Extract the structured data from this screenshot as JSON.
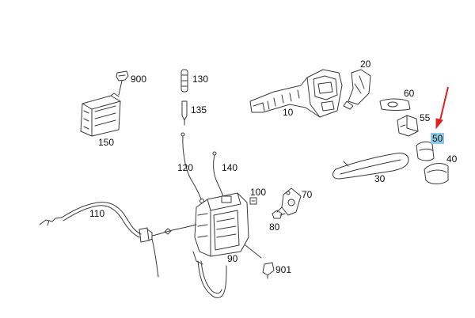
{
  "diagram": {
    "part_labels": {
      "p900": "900",
      "p130": "130",
      "p135": "135",
      "p150": "150",
      "p20": "20",
      "p10": "10",
      "p60": "60",
      "p55": "55",
      "p50": "50",
      "p40": "40",
      "p30": "30",
      "p120": "120",
      "p140": "140",
      "p100": "100",
      "p70": "70",
      "p80": "80",
      "p110": "110",
      "p90": "90",
      "p901": "901"
    },
    "highlighted_part": "50",
    "colors": {
      "line": "#3a3a3a",
      "highlight": "#8ecae6",
      "arrow": "#e02020"
    }
  }
}
